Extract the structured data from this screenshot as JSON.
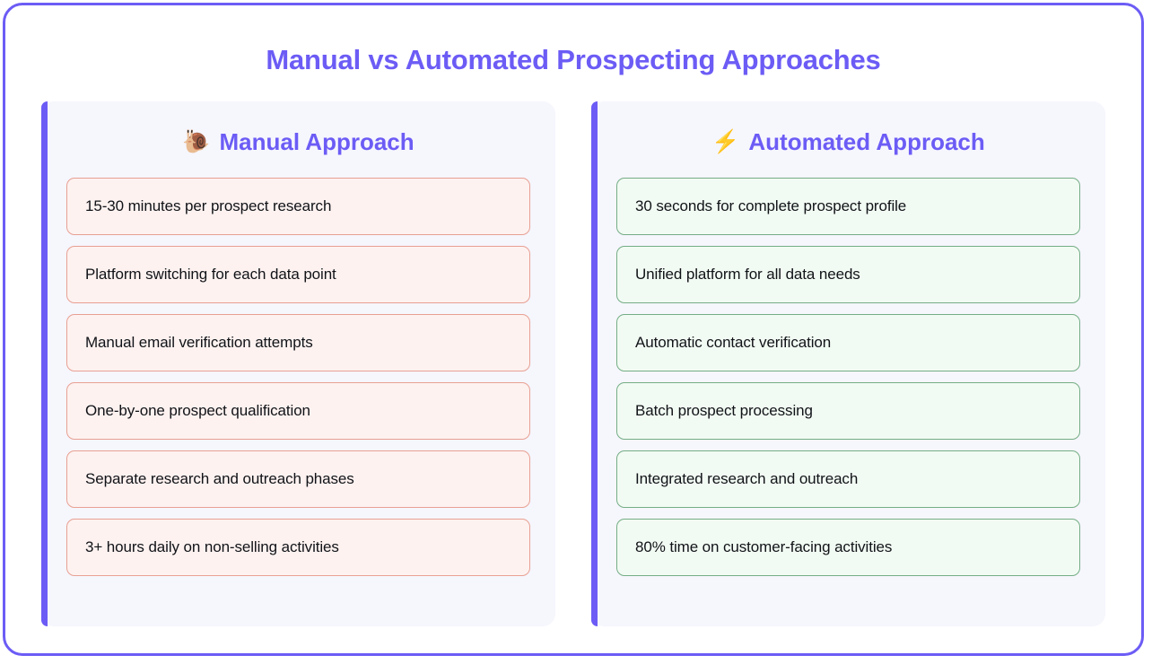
{
  "title": "Manual vs Automated Prospecting Approaches",
  "theme": {
    "accent": "#6c5cf5",
    "frame_border": "#6c5cf5",
    "panel_bg": "#f6f6fd",
    "manual_card_bg": "#fdf2f0",
    "manual_card_border": "#e8a093",
    "automated_card_bg": "#f2fbf3",
    "automated_card_border": "#74ad85",
    "card_text": "#111318"
  },
  "columns": [
    {
      "id": "manual",
      "emoji": "🐌",
      "emoji_name": "snail-icon",
      "heading": "Manual Approach",
      "items": [
        "15-30 minutes per prospect research",
        "Platform switching for each data point",
        "Manual email verification attempts",
        "One-by-one prospect qualification",
        "Separate research and outreach phases",
        "3+ hours daily on non-selling activities"
      ]
    },
    {
      "id": "automated",
      "emoji": "⚡",
      "emoji_name": "lightning-bolt-icon",
      "heading": "Automated Approach",
      "items": [
        "30 seconds for complete prospect profile",
        "Unified platform for all data needs",
        "Automatic contact verification",
        "Batch prospect processing",
        "Integrated research and outreach",
        "80% time on customer-facing activities"
      ]
    }
  ]
}
